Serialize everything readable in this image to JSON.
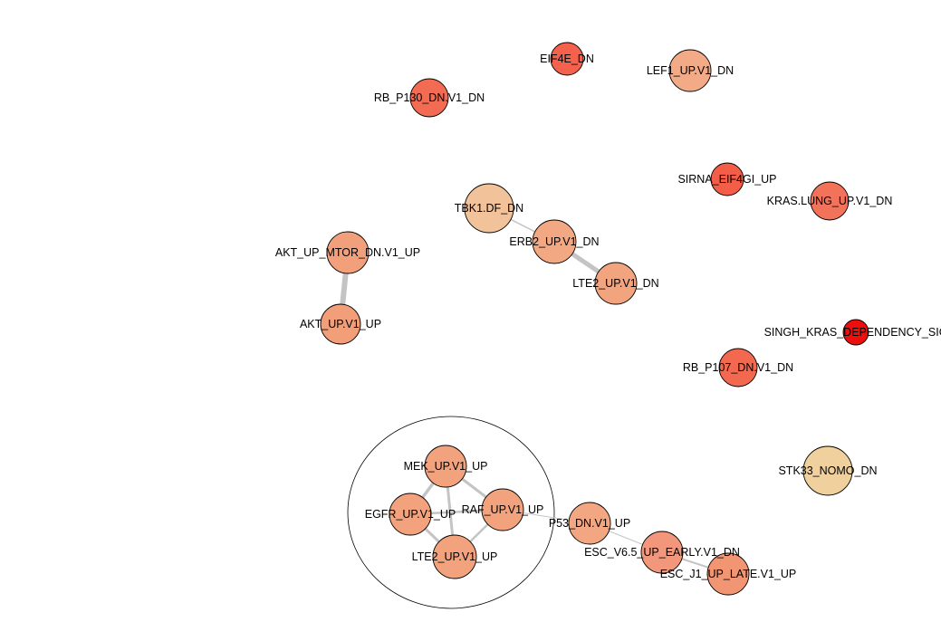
{
  "network": {
    "nodes": [
      {
        "id": "EIF4E_DN",
        "label": "EIF4E_DN",
        "color": "#f4614c"
      },
      {
        "id": "LEF1_UP.V1_DN",
        "label": "LEF1_UP.V1_DN",
        "color": "#f2ab86"
      },
      {
        "id": "RB_P130_DN.V1_DN",
        "label": "RB_P130_DN.V1_DN",
        "color": "#f26b52"
      },
      {
        "id": "SIRNA_EIF4GI_UP",
        "label": "SIRNA_EIF4GI_UP",
        "color": "#f45d48"
      },
      {
        "id": "KRAS.LUNG_UP.V1_DN",
        "label": "KRAS.LUNG_UP.V1_DN",
        "color": "#f3735a"
      },
      {
        "id": "TBK1.DF_DN",
        "label": "TBK1.DF_DN",
        "color": "#f2c29a"
      },
      {
        "id": "ERB2_UP.V1_DN",
        "label": "ERB2_UP.V1_DN",
        "color": "#f2a882"
      },
      {
        "id": "LTE2_UP.V1_DN",
        "label": "LTE2_UP.V1_DN",
        "color": "#f2a47e"
      },
      {
        "id": "AKT_UP_MTOR_DN.V1_UP",
        "label": "AKT_UP_MTOR_DN.V1_UP",
        "color": "#f2a07b"
      },
      {
        "id": "AKT_UP.V1_UP",
        "label": "AKT_UP.V1_UP",
        "color": "#f29f79"
      },
      {
        "id": "SINGH_KRAS_DEPENDENCY_SIG",
        "label": "SINGH_KRAS_DEPENDENCY_SIG",
        "color": "#ee0e0e"
      },
      {
        "id": "RB_P107_DN.V1_DN",
        "label": "RB_P107_DN.V1_DN",
        "color": "#f2694f"
      },
      {
        "id": "STK33_NOMO_DN",
        "label": "STK33_NOMO_DN",
        "color": "#f0d09d"
      },
      {
        "id": "MEK_UP.V1_UP",
        "label": "MEK_UP.V1_UP",
        "color": "#f2a27c"
      },
      {
        "id": "EGFR_UP.V1_UP",
        "label": "EGFR_UP.V1_UP",
        "color": "#f2a27c"
      },
      {
        "id": "RAF_UP.V1_UP",
        "label": "RAF_UP.V1_UP",
        "color": "#f2a27c"
      },
      {
        "id": "LTE2_UP.V1_UP",
        "label": "LTE2_UP.V1_UP",
        "color": "#f2a27c"
      },
      {
        "id": "P53_DN.V1_UP",
        "label": "P53_DN.V1_UP",
        "color": "#f2a681"
      },
      {
        "id": "ESC_V6.5_UP_EARLY.V1_DN",
        "label": "ESC_V6.5_UP_EARLY.V1_DN",
        "color": "#f2977c"
      },
      {
        "id": "ESC_J1_UP_LATE.V1_UP",
        "label": "ESC_J1_UP_LATE.V1_UP",
        "color": "#f29573"
      }
    ],
    "edges": [
      {
        "source": "AKT_UP_MTOR_DN.V1_UP",
        "target": "AKT_UP.V1_UP",
        "weight": 6
      },
      {
        "source": "TBK1.DF_DN",
        "target": "ERB2_UP.V1_DN",
        "weight": 1.5
      },
      {
        "source": "ERB2_UP.V1_DN",
        "target": "LTE2_UP.V1_DN",
        "weight": 5
      },
      {
        "source": "MEK_UP.V1_UP",
        "target": "EGFR_UP.V1_UP",
        "weight": 3.5
      },
      {
        "source": "MEK_UP.V1_UP",
        "target": "LTE2_UP.V1_UP",
        "weight": 3
      },
      {
        "source": "MEK_UP.V1_UP",
        "target": "RAF_UP.V1_UP",
        "weight": 3
      },
      {
        "source": "EGFR_UP.V1_UP",
        "target": "RAF_UP.V1_UP",
        "weight": 2.5
      },
      {
        "source": "EGFR_UP.V1_UP",
        "target": "LTE2_UP.V1_UP",
        "weight": 3
      },
      {
        "source": "RAF_UP.V1_UP",
        "target": "LTE2_UP.V1_UP",
        "weight": 2.5
      },
      {
        "source": "RAF_UP.V1_UP",
        "target": "P53_DN.V1_UP",
        "weight": 1
      },
      {
        "source": "P53_DN.V1_UP",
        "target": "ESC_V6.5_UP_EARLY.V1_DN",
        "weight": 1
      },
      {
        "source": "ESC_V6.5_UP_EARLY.V1_DN",
        "target": "ESC_J1_UP_LATE.V1_UP",
        "weight": 2
      }
    ],
    "cluster": {
      "members": [
        "MEK_UP.V1_UP",
        "EGFR_UP.V1_UP",
        "RAF_UP.V1_UP",
        "LTE2_UP.V1_UP"
      ]
    },
    "colors": {
      "edge": "#c4c4c4",
      "node_stroke": "#000000",
      "cluster_stroke": "#000000"
    }
  }
}
